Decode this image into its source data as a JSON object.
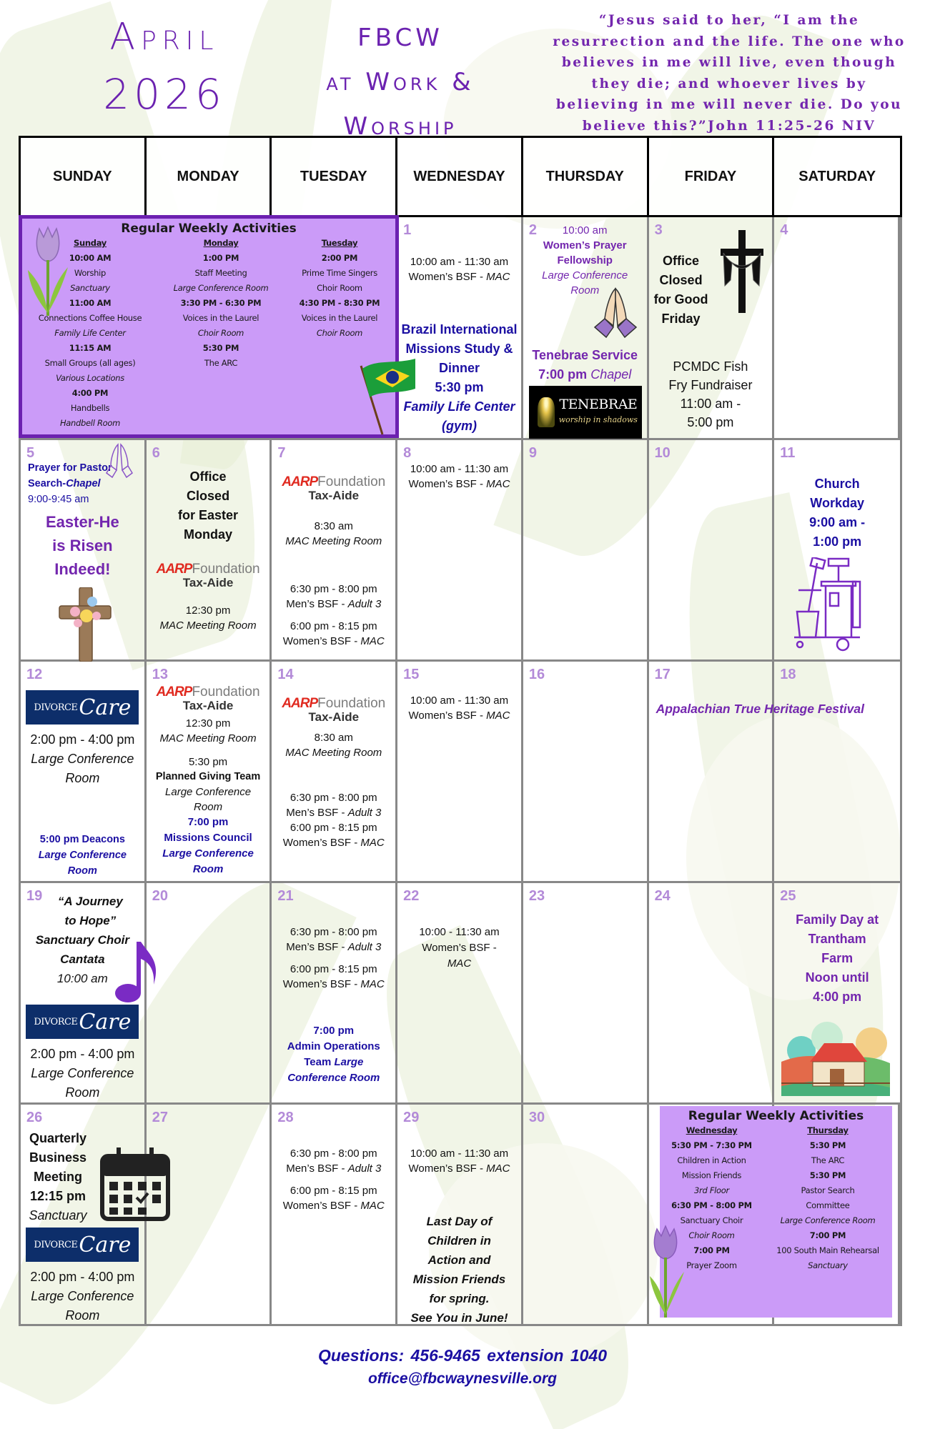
{
  "header": {
    "month": "April",
    "year": "2026",
    "org_line1": "FBCW",
    "org_line2": "at Work &",
    "org_line3": "Worship",
    "verse": "“Jesus said to her, “I am the resurrection and the life. The one who believes in me will live, even though they die; and whoever lives by believing in me will never die. Do you believe this?”John 11:25-26 NIV"
  },
  "weekdays": [
    "SUNDAY",
    "MONDAY",
    "TUESDAY",
    "WEDNESDAY",
    "THURSDAY",
    "FRIDAY",
    "SATURDAY"
  ],
  "regular_weekly_top": {
    "title": "Regular Weekly Activities",
    "sunday": {
      "heading": "Sunday",
      "lines": [
        {
          "t": "10:00 AM",
          "s": "t"
        },
        {
          "t": "Worship",
          "s": "n"
        },
        {
          "t": "Sanctuary",
          "s": "loc"
        },
        {
          "t": "11:00 AM",
          "s": "t"
        },
        {
          "t": "Connections Coffee House",
          "s": "n"
        },
        {
          "t": "Family Life Center",
          "s": "loc"
        },
        {
          "t": "11:15 AM",
          "s": "t"
        },
        {
          "t": "Small Groups (all ages)",
          "s": "n"
        },
        {
          "t": "Various Locations",
          "s": "loc"
        },
        {
          "t": "4:00 PM",
          "s": "t"
        },
        {
          "t": "Handbells",
          "s": "n"
        },
        {
          "t": "Handbell Room",
          "s": "loc"
        }
      ]
    },
    "monday": {
      "heading": "Monday",
      "lines": [
        {
          "t": "1:00 PM",
          "s": "t"
        },
        {
          "t": "Staff Meeting",
          "s": "n"
        },
        {
          "t": "Large Conference Room",
          "s": "loc"
        },
        {
          "t": "3:30 PM - 6:30 PM",
          "s": "t"
        },
        {
          "t": "Voices in the Laurel",
          "s": "n"
        },
        {
          "t": "Choir Room",
          "s": "loc"
        },
        {
          "t": "5:30 PM",
          "s": "t"
        },
        {
          "t": "The ARC",
          "s": "n"
        }
      ]
    },
    "tuesday": {
      "heading": "Tuesday",
      "lines": [
        {
          "t": "2:00 PM",
          "s": "t"
        },
        {
          "t": "Prime Time Singers",
          "s": "n"
        },
        {
          "t": "Choir Room",
          "s": "n"
        },
        {
          "t": "4:30 PM - 8:30 PM",
          "s": "t"
        },
        {
          "t": "Voices in the Laurel",
          "s": "n"
        },
        {
          "t": "Choir Room",
          "s": "loc"
        }
      ]
    }
  },
  "regular_weekly_bottom": {
    "title": "Regular Weekly Activities",
    "wednesday": {
      "heading": "Wednesday",
      "lines": [
        {
          "t": "5:30 PM - 7:30 PM",
          "s": "t"
        },
        {
          "t": "Children in Action",
          "s": "n"
        },
        {
          "t": "Mission Friends",
          "s": "n"
        },
        {
          "t": "3rd Floor",
          "s": "loc"
        },
        {
          "t": "6:30 PM - 8:00 PM",
          "s": "t"
        },
        {
          "t": "Sanctuary Choir",
          "s": "n"
        },
        {
          "t": "Choir Room",
          "s": "loc"
        },
        {
          "t": "7:00 PM",
          "s": "t"
        },
        {
          "t": "Prayer Zoom",
          "s": "n"
        }
      ]
    },
    "thursday": {
      "heading": "Thursday",
      "lines": [
        {
          "t": "5:30 PM",
          "s": "t"
        },
        {
          "t": "The ARC",
          "s": "n"
        },
        {
          "t": "5:30 PM",
          "s": "t"
        },
        {
          "t": "Pastor Search",
          "s": "n"
        },
        {
          "t": "Committee",
          "s": "n"
        },
        {
          "t": "Large Conference Room",
          "s": "loc"
        },
        {
          "t": "7:00 PM",
          "s": "t"
        },
        {
          "t": "100 South Main Rehearsal",
          "s": "n"
        },
        {
          "t": "Sanctuary",
          "s": "loc"
        }
      ]
    }
  },
  "days": {
    "d1": {
      "num": "1",
      "bsf_time": "10:00 am - 11:30 am",
      "bsf_label": "Women’s BSF - ",
      "bsf_loc": "MAC",
      "brazil": [
        "Brazil International",
        "Missions Study &",
        "Dinner",
        "5:30 pm"
      ],
      "brazil_loc": [
        "Family Life Center",
        "(gym)"
      ]
    },
    "d2": {
      "num": "2",
      "time": "10:00 am",
      "title": [
        "Women’s Prayer",
        "Fellowship"
      ],
      "loc": [
        "Large Conference",
        "Room"
      ],
      "service": "Tenebrae Service",
      "service_time": "7:00 pm",
      "service_loc": "Chapel",
      "image_title": "TENEBRAE",
      "image_sub": "worship in shadows"
    },
    "d3": {
      "num": "3",
      "closed": [
        "Office",
        "Closed",
        "for Good",
        "Friday"
      ],
      "fish": [
        "PCMDC Fish",
        "Fry Fundraiser",
        "11:00 am -",
        "5:00 pm"
      ]
    },
    "d4": {
      "num": "4"
    },
    "d5": {
      "num": "5",
      "prayer": "Prayer for Pastor",
      "prayer2": "Search-",
      "prayer_loc": "Chapel",
      "prayer_time": "9:00-9:45 am",
      "easter": [
        "Easter-He",
        "is Risen",
        "Indeed!"
      ]
    },
    "d6": {
      "num": "6",
      "closed": [
        "Office",
        "Closed",
        "for Easter",
        "Monday"
      ],
      "aarp_time": "12:30 pm",
      "aarp_loc": "MAC Meeting Room"
    },
    "d7": {
      "num": "7",
      "aarp_time": "8:30 am",
      "aarp_loc": "MAC Meeting Room",
      "men_time": "6:30 pm - 8:00 pm",
      "men_label": "Men’s BSF - ",
      "men_loc": "Adult 3",
      "women_time": "6:00 pm - 8:15 pm",
      "women_label": "Women’s BSF - ",
      "women_loc": "MAC"
    },
    "d8": {
      "num": "8",
      "bsf_time": "10:00 am - 11:30 am",
      "bsf_label": "Women’s BSF - ",
      "bsf_loc": "MAC"
    },
    "d9": {
      "num": "9"
    },
    "d10": {
      "num": "10"
    },
    "d11": {
      "num": "11",
      "event": [
        "Church",
        "Workday",
        "9:00 am -",
        "1:00 pm"
      ]
    },
    "d12": {
      "num": "12",
      "dc_time": "2:00 pm - 4:00 pm",
      "dc_loc": [
        "Large Conference",
        "Room"
      ],
      "deacons": "5:00 pm Deacons",
      "deacons_loc": [
        "Large Conference",
        "Room"
      ]
    },
    "d13": {
      "num": "13",
      "aarp_time": "12:30 pm",
      "aarp_loc": "MAC Meeting Room",
      "pg_time": "5:30 pm",
      "pg_title": "Planned Giving Team",
      "pg_loc": [
        "Large Conference",
        "Room"
      ],
      "mc_time": "7:00 pm",
      "mc_title": "Missions Council",
      "mc_loc": [
        "Large Conference",
        "Room"
      ]
    },
    "d14": {
      "num": "14",
      "aarp_time": "8:30 am",
      "aarp_loc": "MAC Meeting Room",
      "men_time": "6:30 pm - 8:00 pm",
      "men_label": "Men’s BSF - ",
      "men_loc": "Adult 3",
      "women_time": "6:00 pm - 8:15 pm",
      "women_label": "Women’s BSF - ",
      "women_loc": "MAC"
    },
    "d15": {
      "num": "15",
      "bsf_time": "10:00 am - 11:30 am",
      "bsf_label": "Women’s BSF - ",
      "bsf_loc": "MAC"
    },
    "d16": {
      "num": "16"
    },
    "d17": {
      "num": "17",
      "festival": "Appalachian True Heritage Festival"
    },
    "d18": {
      "num": "18"
    },
    "d19": {
      "num": "19",
      "cantata": [
        "“A Journey",
        "to Hope”",
        "Sanctuary Choir",
        "Cantata"
      ],
      "cantata_time": "10:00 am",
      "dc_time": "2:00 pm - 4:00 pm",
      "dc_loc": [
        "Large Conference",
        "Room"
      ]
    },
    "d20": {
      "num": "20"
    },
    "d21": {
      "num": "21",
      "men_time": "6:30 pm - 8:00 pm",
      "men_label": "Men’s BSF - ",
      "men_loc": "Adult 3",
      "women_time": "6:00 pm - 8:15 pm",
      "women_label": "Women’s BSF - ",
      "women_loc": "MAC",
      "admin_time": "7:00 pm",
      "admin_title": "Admin Operations",
      "admin_title2": "Team ",
      "admin_loc": "Large",
      "admin_loc2": "Conference Room"
    },
    "d22": {
      "num": "22",
      "bsf_time": "10:00 - 11:30 am",
      "bsf_label": "Women’s BSF -",
      "bsf_loc": "MAC"
    },
    "d23": {
      "num": "23"
    },
    "d24": {
      "num": "24"
    },
    "d25": {
      "num": "25",
      "event": [
        "Family Day at",
        "Trantham",
        "Farm",
        "Noon until",
        "4:00 pm"
      ]
    },
    "d26": {
      "num": "26",
      "meeting": [
        "Quarterly",
        "Business",
        "Meeting",
        "12:15 pm"
      ],
      "meeting_loc": "Sanctuary",
      "dc_time": "2:00 pm - 4:00 pm",
      "dc_loc": [
        "Large Conference",
        "Room"
      ]
    },
    "d27": {
      "num": "27"
    },
    "d28": {
      "num": "28",
      "men_time": "6:30 pm - 8:00 pm",
      "men_label": "Men’s BSF - ",
      "men_loc": "Adult 3",
      "women_time": "6:00 pm - 8:15 pm",
      "women_label": "Women’s BSF - ",
      "women_loc": "MAC"
    },
    "d29": {
      "num": "29",
      "bsf_time": "10:00 am - 11:30 am",
      "bsf_label": "Women’s BSF - ",
      "bsf_loc": "MAC",
      "note": [
        "Last Day of",
        "Children in",
        "Action and",
        "Mission Friends",
        "for spring.",
        "See You in June!"
      ]
    },
    "d30": {
      "num": "30"
    }
  },
  "logos": {
    "aarp_a": "AARP",
    "aarp_f": "Foundation",
    "aarp_t": "Tax-Aide",
    "dc_d": "DIVORCE",
    "dc_c": "Care"
  },
  "footer": {
    "questions": "Questions:  456-9465  extension 1040",
    "email": "office@fbcwaynesville.org"
  },
  "colors": {
    "accent_purple": "#6c21b0",
    "box_lavender": "#cb9bf8",
    "date_purple": "#b38ad8",
    "navy": "#1b0fa2"
  }
}
